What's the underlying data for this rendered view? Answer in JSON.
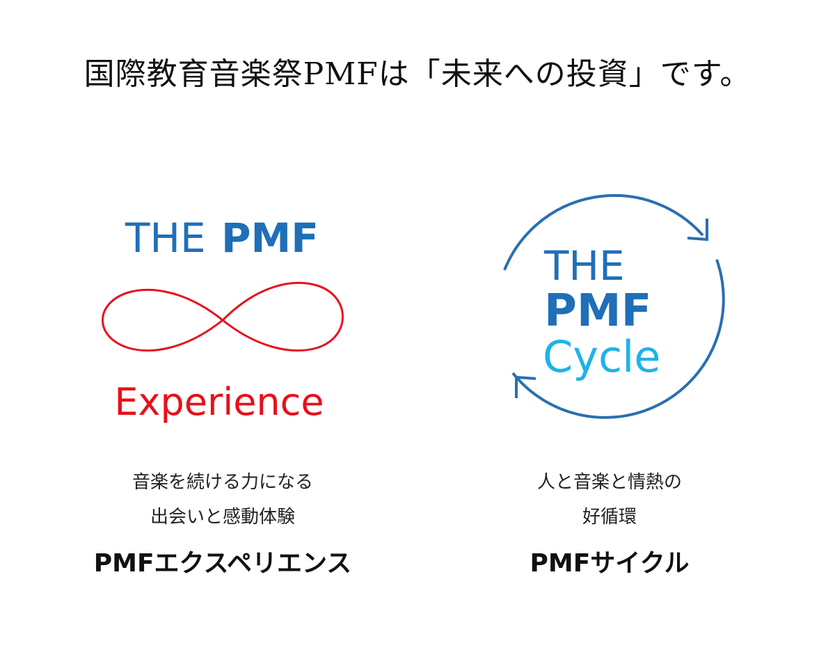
{
  "headline": "国際教育音楽祭PMFは「未来への投資」です。",
  "experience": {
    "logo_the": "THE",
    "logo_pmf": "PMF",
    "logo_word": "Experience",
    "description": [
      "音楽を続ける力になる",
      "出会いと感動体験"
    ],
    "name": "PMFエクスペリエンス",
    "colors": {
      "blue": "#1f6fb8",
      "red": "#e8101a"
    }
  },
  "cycle": {
    "logo_the": "THE",
    "logo_pmf": "PMF",
    "logo_word": "Cycle",
    "description": [
      "人と音楽と情熱の",
      "好循環"
    ],
    "name": "PMFサイクル",
    "colors": {
      "blue": "#1f6fb8",
      "cyan": "#1fb3e6",
      "ring": "#2a6fb0"
    }
  }
}
